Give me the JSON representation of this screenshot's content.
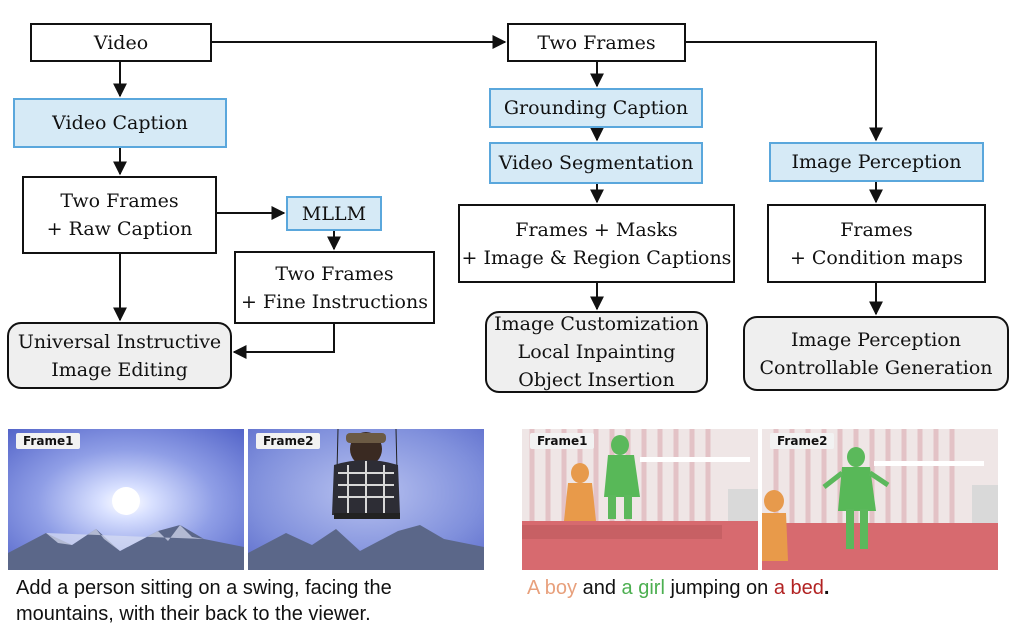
{
  "nodes": {
    "video": "Video",
    "two_frames_top": "Two Frames",
    "video_caption": "Video Caption",
    "two_frames_raw": "Two Frames\n+ Raw Caption",
    "mllm": "MLLM",
    "two_frames_fine": "Two Frames\n+ Fine Instructions",
    "universal": "Universal Instructive\nImage Editing",
    "grounding_caption": "Grounding Caption",
    "video_segmentation": "Video Segmentation",
    "frames_masks": "Frames + Masks\n+ Image & Region Captions",
    "customization": "Image Customization\nLocal Inpainting\nObject Insertion",
    "image_perception": "Image Perception",
    "frames_condition": "Frames\n+ Condition maps",
    "perception_generation": "Image Perception\nControllable Generation"
  },
  "examples": {
    "left": {
      "frame1_label": "Frame1",
      "frame2_label": "Frame2",
      "caption": "Add a person sitting on a swing, facing the mountains, with their back to the viewer."
    },
    "right": {
      "frame1_label": "Frame1",
      "frame2_label": "Frame2",
      "caption_parts": {
        "boy": "A boy",
        "and": " and ",
        "girl": "a girl",
        "jumping": " jumping on ",
        "bed": "a bed",
        "period": "."
      },
      "colors": {
        "boy": "#e8a07c",
        "girl": "#4caf50",
        "bed": "#b22222"
      }
    }
  }
}
